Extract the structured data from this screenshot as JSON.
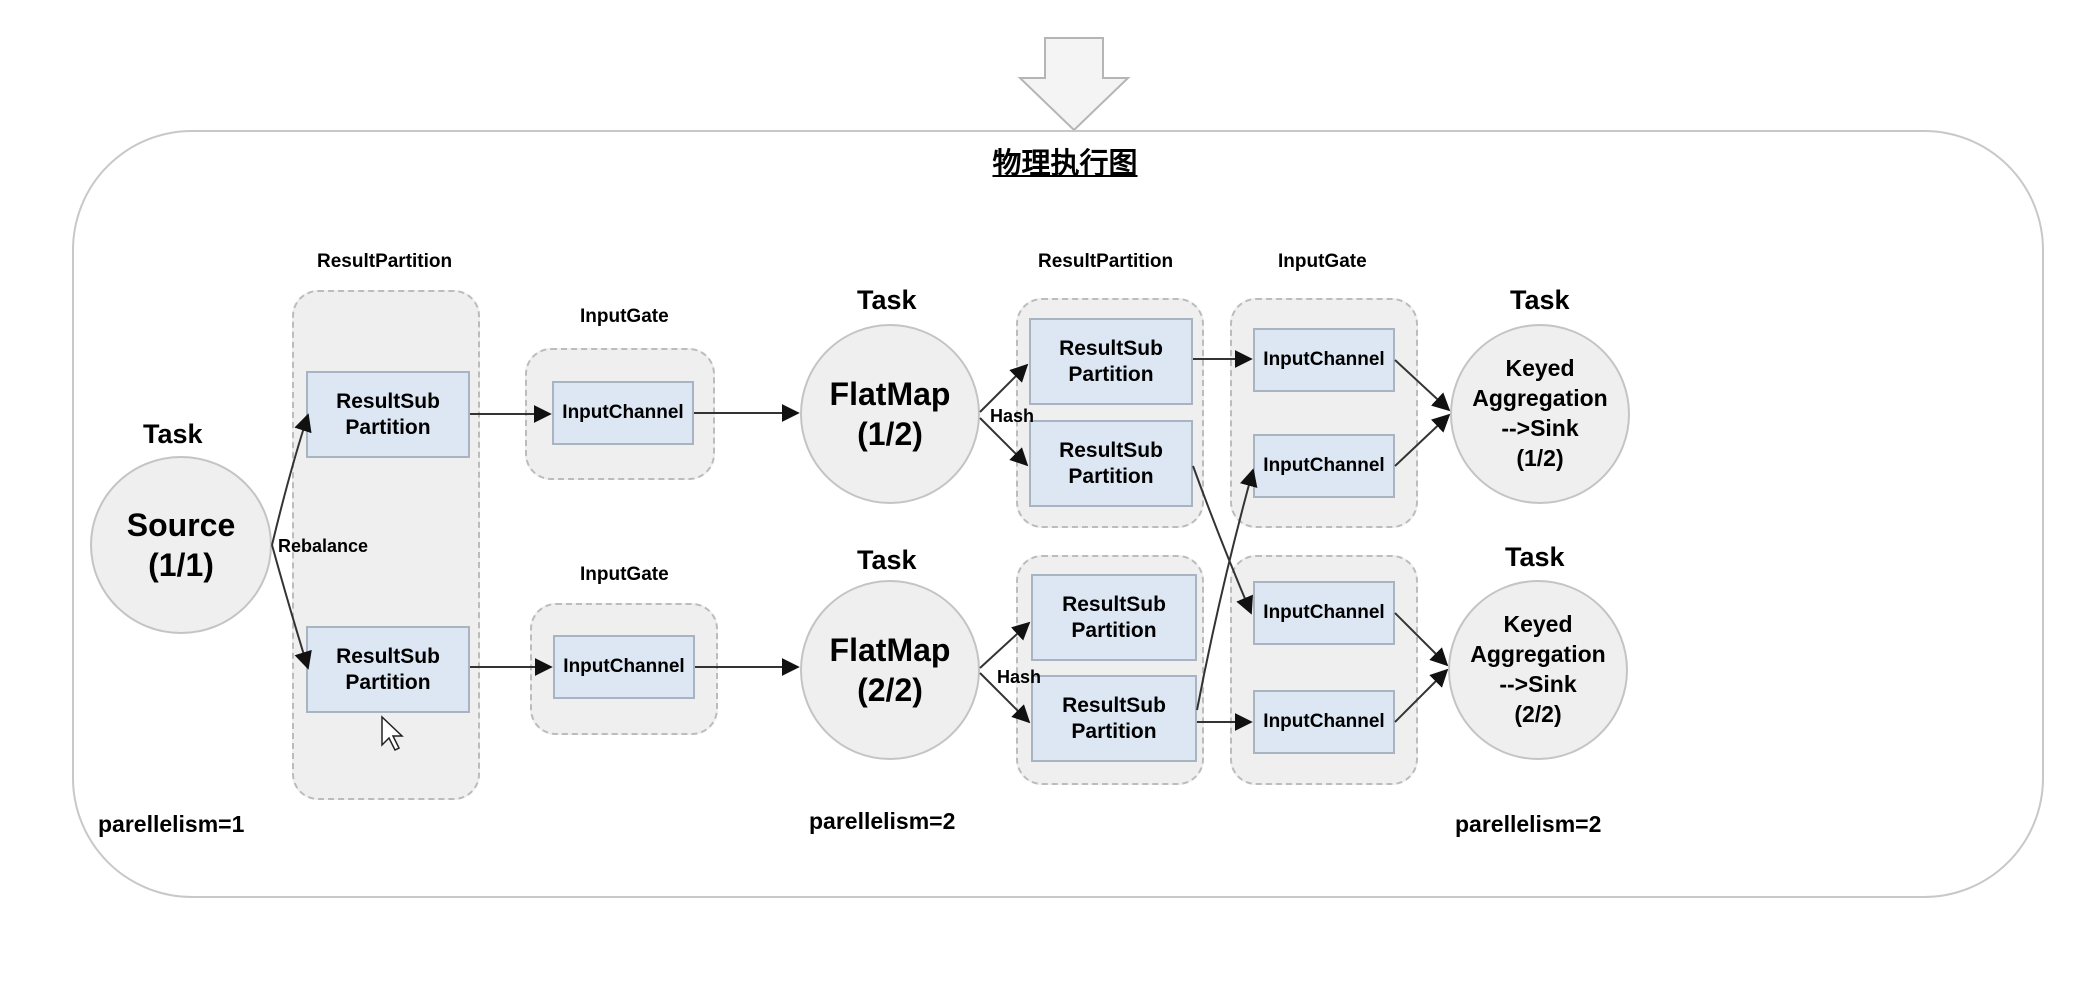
{
  "diagram": {
    "title": "物理执行图",
    "task_label": "Task",
    "group_labels": {
      "result_partition": "ResultPartition",
      "input_gate": "InputGate"
    },
    "source": {
      "line1": "Source",
      "line2": "(1/1)"
    },
    "flatmap_1": {
      "line1": "FlatMap",
      "line2": "(1/2)"
    },
    "flatmap_2": {
      "line1": "FlatMap",
      "line2": "(2/2)"
    },
    "sink_1": {
      "line1": "Keyed",
      "line2": "Aggregation",
      "line3": "-->Sink",
      "line4": "(1/2)"
    },
    "sink_2": {
      "line1": "Keyed",
      "line2": "Aggregation",
      "line3": "-->Sink",
      "line4": "(2/2)"
    },
    "result_sub_partition": {
      "line1": "ResultSub",
      "line2": "Partition"
    },
    "input_channel": "InputChannel",
    "edge_labels": {
      "rebalance": "Rebalance",
      "hash": "Hash"
    },
    "parallelism": {
      "source": "parellelism=1",
      "flatmap": "parellelism=2",
      "sink": "parellelism=2"
    }
  }
}
